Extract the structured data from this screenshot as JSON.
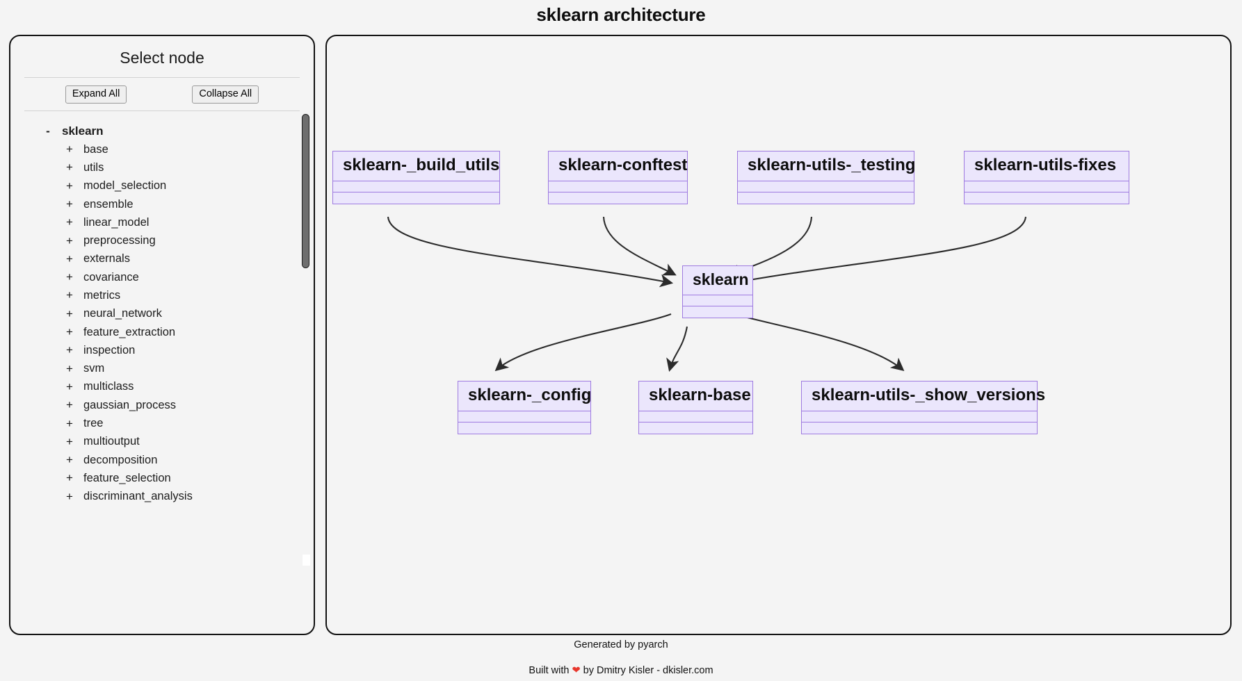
{
  "page": {
    "title": "sklearn architecture"
  },
  "sidebar": {
    "title": "Select node",
    "buttons": {
      "expand_all": "Expand All",
      "collapse_all": "Collapse All"
    },
    "tree": {
      "root": {
        "toggle": "-",
        "label": "sklearn"
      },
      "children": [
        {
          "toggle": "+",
          "label": "base"
        },
        {
          "toggle": "+",
          "label": "utils"
        },
        {
          "toggle": "+",
          "label": "model_selection"
        },
        {
          "toggle": "+",
          "label": "ensemble"
        },
        {
          "toggle": "+",
          "label": "linear_model"
        },
        {
          "toggle": "+",
          "label": "preprocessing"
        },
        {
          "toggle": "+",
          "label": "externals"
        },
        {
          "toggle": "+",
          "label": "covariance"
        },
        {
          "toggle": "+",
          "label": "metrics"
        },
        {
          "toggle": "+",
          "label": "neural_network"
        },
        {
          "toggle": "+",
          "label": "feature_extraction"
        },
        {
          "toggle": "+",
          "label": "inspection"
        },
        {
          "toggle": "+",
          "label": "svm"
        },
        {
          "toggle": "+",
          "label": "multiclass"
        },
        {
          "toggle": "+",
          "label": "gaussian_process"
        },
        {
          "toggle": "+",
          "label": "tree"
        },
        {
          "toggle": "+",
          "label": "multioutput"
        },
        {
          "toggle": "+",
          "label": "decomposition"
        },
        {
          "toggle": "+",
          "label": "feature_selection"
        },
        {
          "toggle": "+",
          "label": "discriminant_analysis"
        }
      ]
    }
  },
  "diagram": {
    "nodes": {
      "build_utils": "sklearn-_build_utils",
      "conftest": "sklearn-conftest",
      "utils_testing": "sklearn-utils-_testing",
      "utils_fixes": "sklearn-utils-fixes",
      "center": "sklearn",
      "config": "sklearn-_config",
      "base": "sklearn-base",
      "show_versions": "sklearn-utils-_show_versions"
    },
    "colors": {
      "node_fill": "#ebe6fc",
      "node_border": "#9e7ae0",
      "edge": "#2b2b2b",
      "panel_border": "#111111",
      "background": "#f4f4f4"
    }
  },
  "footer": {
    "generated": "Generated by pyarch",
    "built_prefix": "Built with ",
    "heart": "❤",
    "built_suffix": " by Dmitry Kisler - dkisler.com"
  }
}
